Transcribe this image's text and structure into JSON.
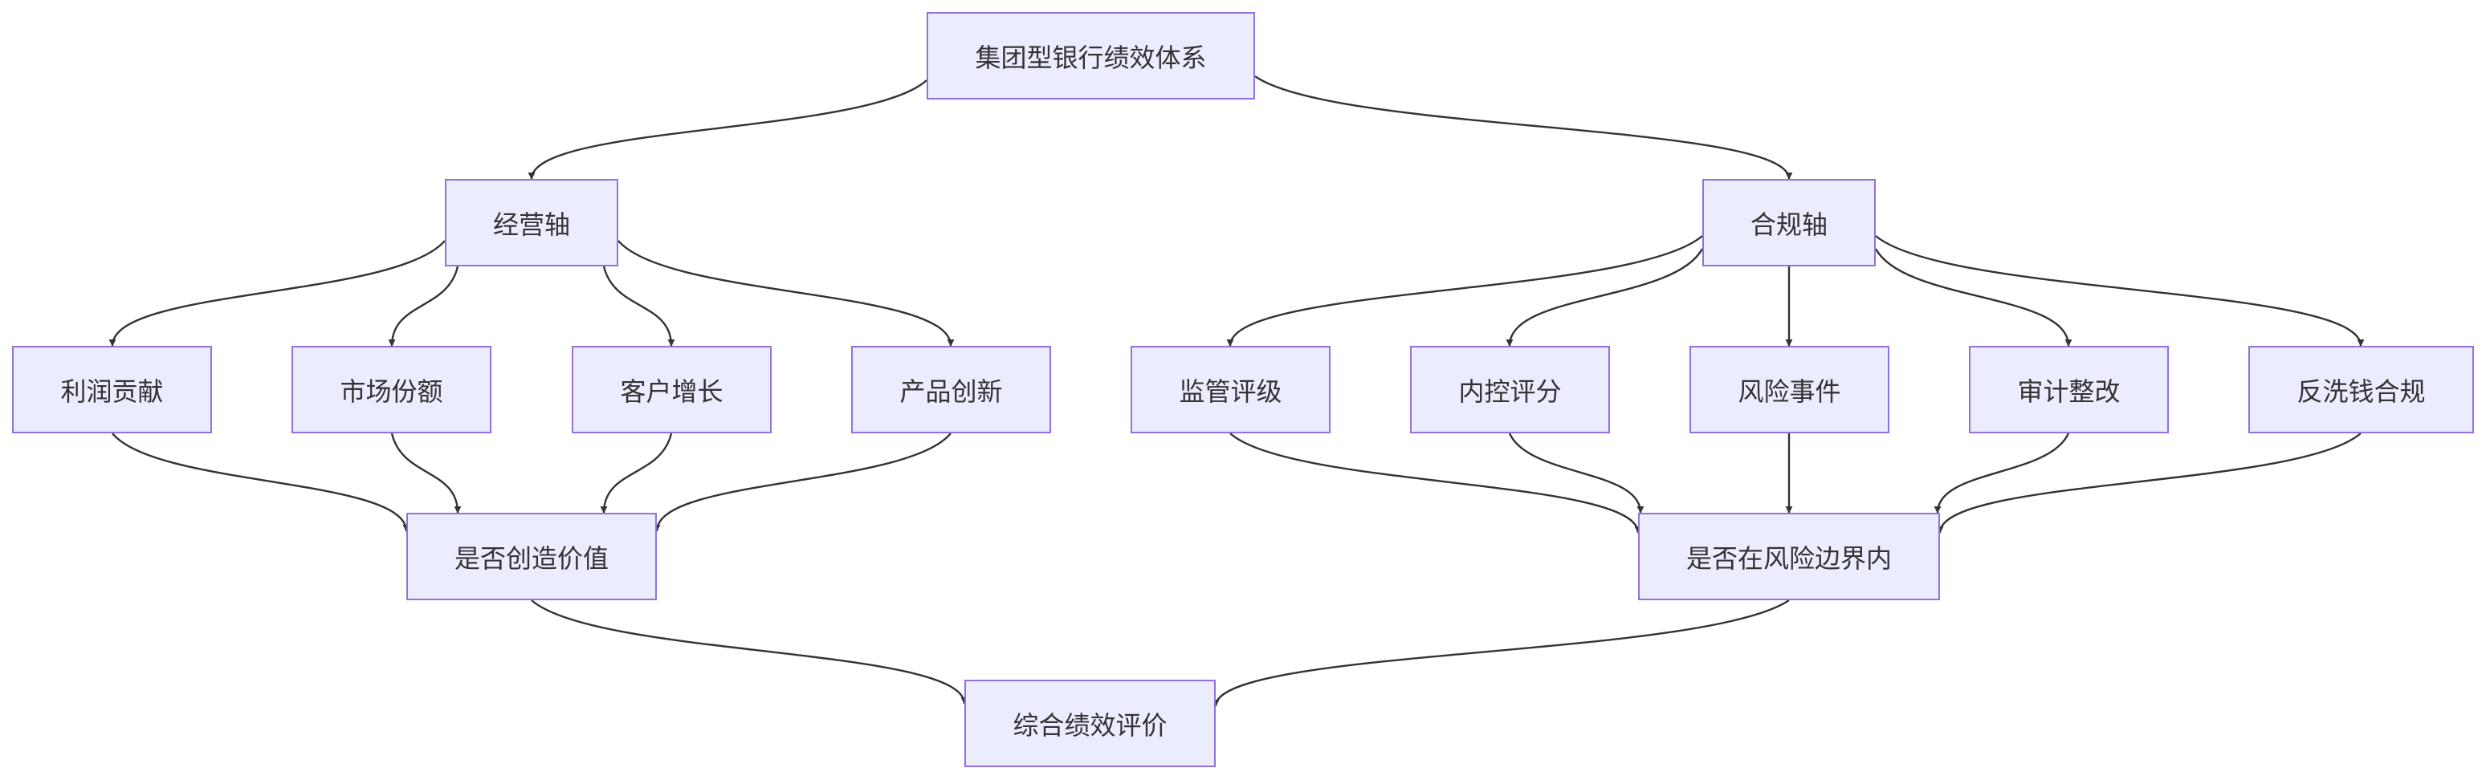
{
  "nodes": {
    "root": "集团型银行绩效体系",
    "ops_axis": "经营轴",
    "compliance_axis": "合规轴",
    "profit": "利润贡献",
    "market_share": "市场份额",
    "customer_growth": "客户增长",
    "product_innovation": "产品创新",
    "regulatory_rating": "监管评级",
    "internal_control": "内控评分",
    "risk_events": "风险事件",
    "audit_rectification": "审计整改",
    "aml_compliance": "反洗钱合规",
    "create_value": "是否创造价值",
    "within_risk": "是否在风险边界内",
    "overall": "综合绩效评价"
  },
  "edges": [
    [
      "root",
      "ops_axis"
    ],
    [
      "root",
      "compliance_axis"
    ],
    [
      "ops_axis",
      "profit"
    ],
    [
      "ops_axis",
      "market_share"
    ],
    [
      "ops_axis",
      "customer_growth"
    ],
    [
      "ops_axis",
      "product_innovation"
    ],
    [
      "compliance_axis",
      "regulatory_rating"
    ],
    [
      "compliance_axis",
      "internal_control"
    ],
    [
      "compliance_axis",
      "risk_events"
    ],
    [
      "compliance_axis",
      "audit_rectification"
    ],
    [
      "compliance_axis",
      "aml_compliance"
    ],
    [
      "profit",
      "create_value"
    ],
    [
      "market_share",
      "create_value"
    ],
    [
      "customer_growth",
      "create_value"
    ],
    [
      "product_innovation",
      "create_value"
    ],
    [
      "regulatory_rating",
      "within_risk"
    ],
    [
      "internal_control",
      "within_risk"
    ],
    [
      "risk_events",
      "within_risk"
    ],
    [
      "audit_rectification",
      "within_risk"
    ],
    [
      "aml_compliance",
      "within_risk"
    ],
    [
      "create_value",
      "overall"
    ],
    [
      "within_risk",
      "overall"
    ]
  ],
  "colors": {
    "node_fill": "#ECECFF",
    "node_border": "#9370DB",
    "edge": "#333333",
    "text": "#333333"
  }
}
